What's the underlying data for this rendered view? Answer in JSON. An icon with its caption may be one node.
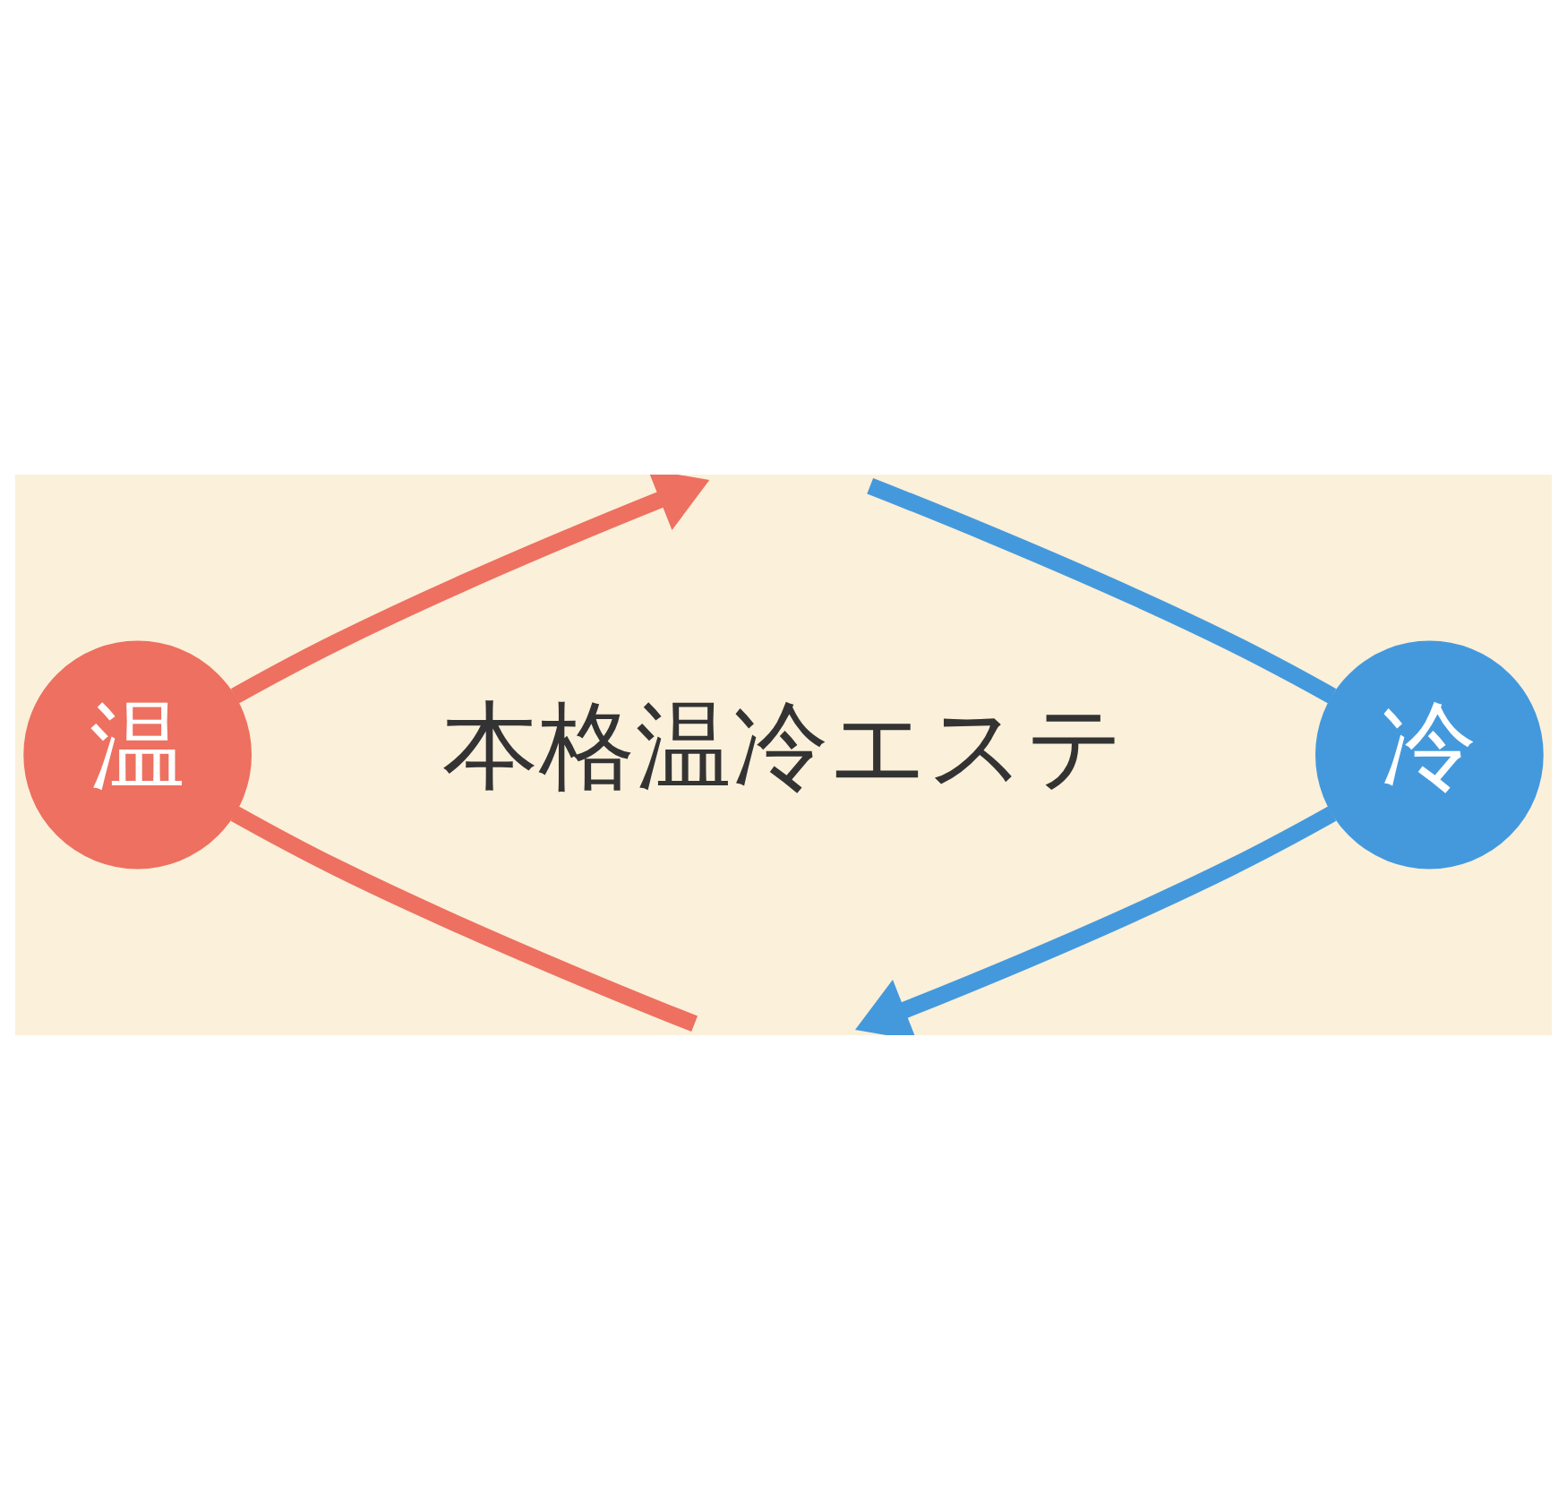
{
  "diagram": {
    "nodes": [
      {
        "text": [
          "本格温冷エステ"
        ]
      },
      {
        "text": [
          "温"
        ]
      },
      {
        "text": [
          "冷"
        ]
      }
    ],
    "edges": [
      {
        "from": null,
        "to": 1,
        "arrow": "none",
        "color": "#ee7060"
      },
      {
        "from": 1,
        "to": null,
        "arrow": "to",
        "color": "#ee7060"
      },
      {
        "from": null,
        "to": 2,
        "arrow": "none",
        "color": "#4499dd"
      },
      {
        "from": 2,
        "to": null,
        "arrow": "to",
        "color": "#4499dd"
      }
    ]
  }
}
